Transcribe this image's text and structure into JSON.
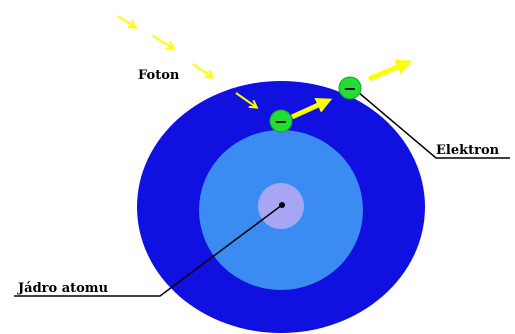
{
  "labels": {
    "photon": "Foton",
    "electron": "Elektron",
    "nucleus": "Jádro atomu"
  },
  "electron_sign": "−",
  "colors": {
    "outer_shell": "#1010e0",
    "inner_shell": "#3b8cf2",
    "nucleus": "#a7a6f4",
    "nucleus_center": "#000000",
    "photon": "#ffff00",
    "electron": "#22dd33",
    "label_line": "#000000"
  },
  "icons": {
    "photon": "dashed-arrow-icon",
    "electron_motion": "arrow-icon"
  }
}
